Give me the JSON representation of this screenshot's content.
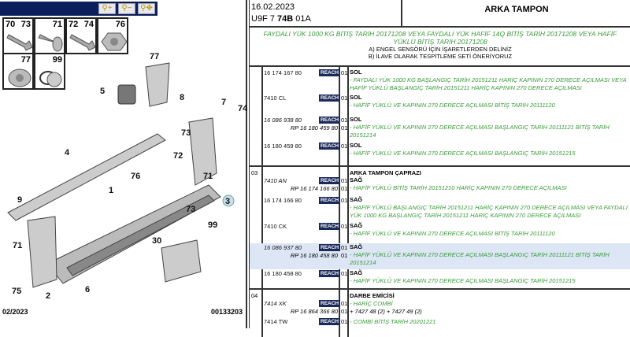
{
  "toolbar": {
    "buttons": [
      "zoom-in",
      "zoom-out",
      "zoom-pan"
    ]
  },
  "thumbnails": [
    {
      "labels": [
        "70",
        "73"
      ]
    },
    {
      "labels": [
        "71"
      ]
    },
    {
      "labels": [
        "72",
        "74"
      ]
    },
    {
      "labels": [
        "76"
      ]
    },
    {
      "labels": [
        "77"
      ]
    },
    {
      "labels": [
        "99"
      ]
    }
  ],
  "diagram_labels": [
    "77",
    "5",
    "8",
    "7",
    "74",
    "73",
    "4",
    "72",
    "76",
    "71",
    "9",
    "1",
    "3",
    "73",
    "71",
    "99",
    "30",
    "75",
    "2",
    "6"
  ],
  "footer": {
    "date": "02/2023",
    "code": "00133203"
  },
  "header": {
    "date": "16.02.2023",
    "code_prefix": "U9F 7 ",
    "code_bold": "74B",
    "code_suffix": " 01A",
    "title": "ARKA TAMPON"
  },
  "banner": {
    "line1": "FAYDALI YÜK 1000 KG BİTİŞ TARİH 20171208 VEYA FAYDALI YÜK HAFİF 14Q BİTİŞ TARİH 20171208 VEYA HAFİF",
    "line2": "YÜKLÜ BİTİŞ TARİH 20171208",
    "note_a": "A) ENGEL SENSÖRÜ İÇİN İŞARETLERDEN DELİNİZ",
    "note_b": "B) İLAVE OLARAK TESPİTLEME SETİ ÖNERİYORUZ"
  },
  "reach_label": "REACH",
  "sections": [
    {
      "group": "",
      "title": "",
      "rows": [
        {
          "ref": "16 174 167 80",
          "qty": "01",
          "side": "SOL",
          "desc": "- FAYDALI YÜK 1000 KG BAŞLANGIÇ TARİH 20151211 HARİÇ KAPININ 270 DERECE AÇILMASI VEYA HAFİF YÜKLÜ BAŞLANGIÇ TARİH 20151211 HARİÇ KAPININ 270 DERECE AÇILMASI"
        },
        {
          "ref": "7410 CL",
          "qty": "01",
          "side": "SOL",
          "desc": "- HAFİF YÜKLÜ VE KAPININ 270 DERECE AÇILMASI BİTİŞ TARİH 20111120"
        },
        {
          "ref": "16 086 938 80",
          "rp": "RP 16 180 459 80",
          "qty": "01",
          "qty2": "01",
          "side": "SOL",
          "desc": "- HAFİF YÜKLÜ VE KAPININ 270 DERECE AÇILMASI BAŞLANGIÇ TARİH 20111121 BİTİŞ TARİH 20151214"
        },
        {
          "ref": "16 180 459 80",
          "qty": "01",
          "side": "SOL",
          "desc": "- HAFİF YÜKLÜ VE KAPININ 270 DERECE AÇILMASI BAŞLANGIÇ TARİH 20151215"
        }
      ]
    },
    {
      "group": "03",
      "title": "ARKA TAMPON ÇAPRAZI",
      "rows": [
        {
          "ref": "7410 AN",
          "rp": "RP 16 174 166 80",
          "qty": "01",
          "qty2": "01",
          "side": "SAĞ",
          "desc": "- HAFİF YÜKLÜ BİTİŞ TARİH 20151210 HARİÇ KAPININ 270 DERECE AÇILMASI"
        },
        {
          "ref": "16 174 166 80",
          "qty": "01",
          "side": "SAĞ",
          "desc": "- HAFİF YÜKLÜ BAŞLANGIÇ TARİH 20151211 HARİÇ KAPININ 270 DERECE AÇILMASI VEYA FAYDALI YÜK 1000 KG BAŞLANGIÇ TARİH 20151211 HARİÇ KAPININ 270 DERECE AÇILMASI"
        },
        {
          "ref": "7410 CK",
          "qty": "01",
          "side": "SAĞ",
          "desc": "- HAFİF YÜKLÜ VE KAPININ 270 DERECE AÇILMASI BİTİŞ TARİH 20111120"
        },
        {
          "ref": "16 086 937 80",
          "rp": "RP 16 180 458 80",
          "qty": "01",
          "qty2": "01",
          "side": "SAĞ",
          "desc": "- HAFİF YÜKLÜ VE KAPININ 270 DERECE AÇILMASI BAŞLANGIÇ TARİH 20111121 BİTİŞ TARİH 20151214"
        },
        {
          "ref": "16 180 458 80",
          "qty": "01",
          "side": "SAĞ",
          "desc": "- HAFİF YÜKLÜ VE KAPININ 270 DERECE AÇILMASI BAŞLANGIÇ TARİH 20151215"
        }
      ]
    },
    {
      "group": "04",
      "title": "DARBE EMİCİSİ",
      "rows": [
        {
          "ref": "7414 XK",
          "rp": "RP 16 864 366 80",
          "qty": "01",
          "qty2": "01",
          "desc": "- HARİÇ COMBİ",
          "desc2": "+ 7427 48 (2) + 7427 49 (2)"
        },
        {
          "ref": "7414 TW",
          "qty": "01",
          "desc": "- COMBİ BİTİŞ TARİH 20201221"
        }
      ]
    }
  ]
}
